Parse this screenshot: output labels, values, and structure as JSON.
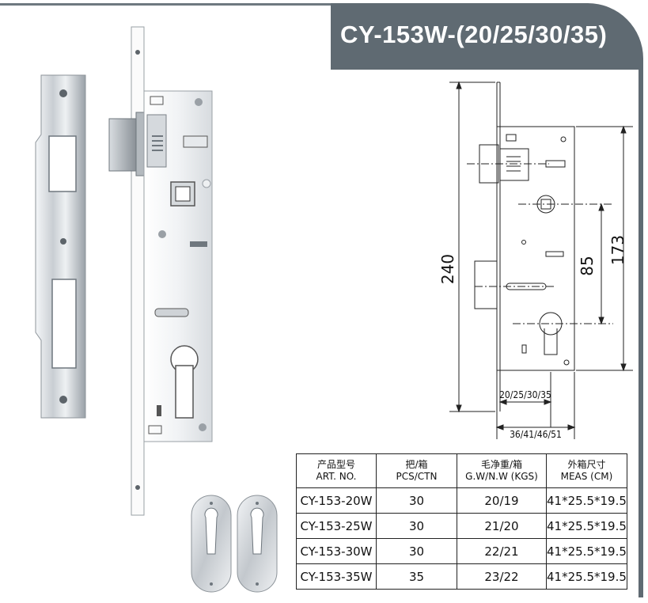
{
  "title": "CY-153W-(20/25/30/35)",
  "dimensions": {
    "total_height": "240",
    "center_distance": "85",
    "plate_height": "173",
    "backset": "20/25/30/35",
    "width": "36/41/46/51"
  },
  "table": {
    "headers": [
      {
        "zh": "产品型号",
        "en": "ART. NO."
      },
      {
        "zh": "把/箱",
        "en": "PCS/CTN"
      },
      {
        "zh": "毛净重/箱",
        "en": "G.W/N.W (KGS)"
      },
      {
        "zh": "外箱尺寸",
        "en": "MEAS (CM)"
      }
    ],
    "rows": [
      {
        "art": "CY-153-20W",
        "pcs": "30",
        "weight": "20/19",
        "meas": "41*25.5*19.5"
      },
      {
        "art": "CY-153-25W",
        "pcs": "30",
        "weight": "21/20",
        "meas": "41*25.5*19.5"
      },
      {
        "art": "CY-153-30W",
        "pcs": "30",
        "weight": "22/21",
        "meas": "41*25.5*19.5"
      },
      {
        "art": "CY-153-35W",
        "pcs": "35",
        "weight": "23/22",
        "meas": "41*25.5*19.5"
      }
    ]
  },
  "colors": {
    "header_bg": "#5f6a72",
    "header_text": "#ffffff",
    "metal_light": "#e6e9ec",
    "metal_dark": "#8d949b"
  }
}
